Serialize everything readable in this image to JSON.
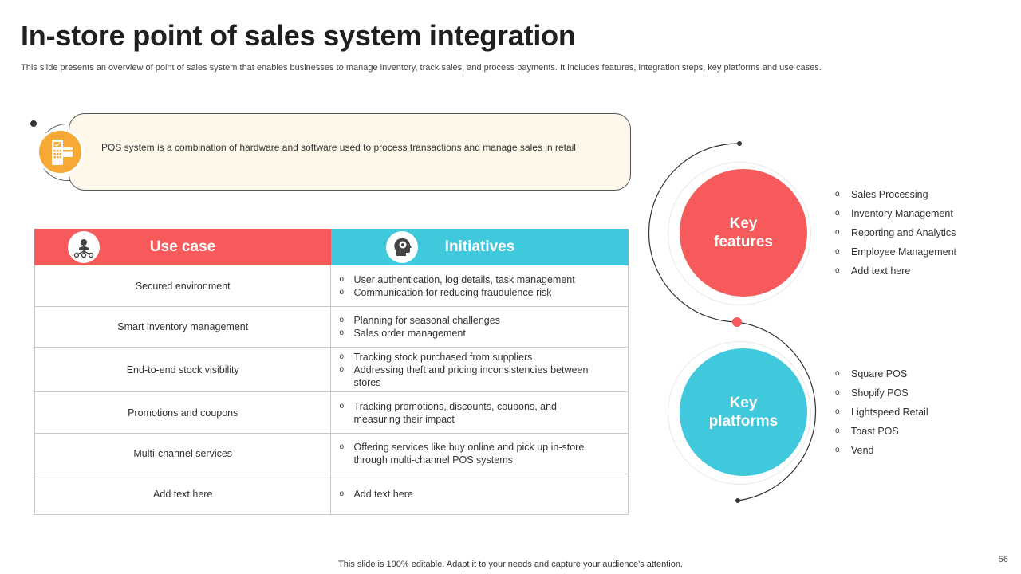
{
  "title": "In-store point of sales system integration",
  "subtitle": "This slide presents an overview of point of sales system that enables businesses to manage inventory, track sales, and process payments. It includes features, integration steps, key platforms and use cases.",
  "intro": {
    "text": "POS system is a combination of hardware  and software  used to process transactions and manage  sales in retail",
    "icon": "pos-terminal-icon",
    "icon_color": "#f6a935"
  },
  "table": {
    "headers": {
      "use_case": "Use case",
      "initiatives": "Initiatives",
      "use_case_icon": "network-people-icon",
      "initiatives_icon": "head-gear-icon"
    },
    "header_colors": {
      "use_case": "#f65a5b",
      "initiatives": "#40c9dd"
    },
    "rows": [
      {
        "use_case": "Secured environment",
        "initiatives": [
          "User authentication, log details, task management",
          "Communication for reducing fraudulence risk"
        ]
      },
      {
        "use_case": "Smart inventory  management",
        "initiatives": [
          "Planning for seasonal challenges",
          "Sales order management"
        ]
      },
      {
        "use_case": "End-to-end  stock visibility",
        "initiatives": [
          "Tracking stock purchased from suppliers",
          "Addressing theft and pricing inconsistencies between stores"
        ]
      },
      {
        "use_case": "Promotions and coupons",
        "initiatives": [
          "Tracking promotions, discounts, coupons, and measuring their impact"
        ]
      },
      {
        "use_case": "Multi-channel  services",
        "initiatives": [
          "Offering  services like buy online and pick up in-store through multi-channel POS systems"
        ]
      },
      {
        "use_case": "Add text here",
        "initiatives": [
          "Add text here"
        ]
      }
    ]
  },
  "key_features": {
    "line1": "Key",
    "line2": "features",
    "color": "#f65a5b",
    "items": [
      "Sales Processing",
      "Inventory  Management",
      "Reporting and Analytics",
      "Employee Management",
      "Add text here"
    ]
  },
  "key_platforms": {
    "line1": "Key",
    "line2": "platforms",
    "color": "#40c9dd",
    "items": [
      "Square POS",
      "Shopify POS",
      "Lightspeed Retail",
      "Toast POS",
      "Vend"
    ]
  },
  "bullet_glyph": "o",
  "footer": "This slide is 100% editable. Adapt it to your needs and capture your audience's attention.",
  "page_number": "56"
}
